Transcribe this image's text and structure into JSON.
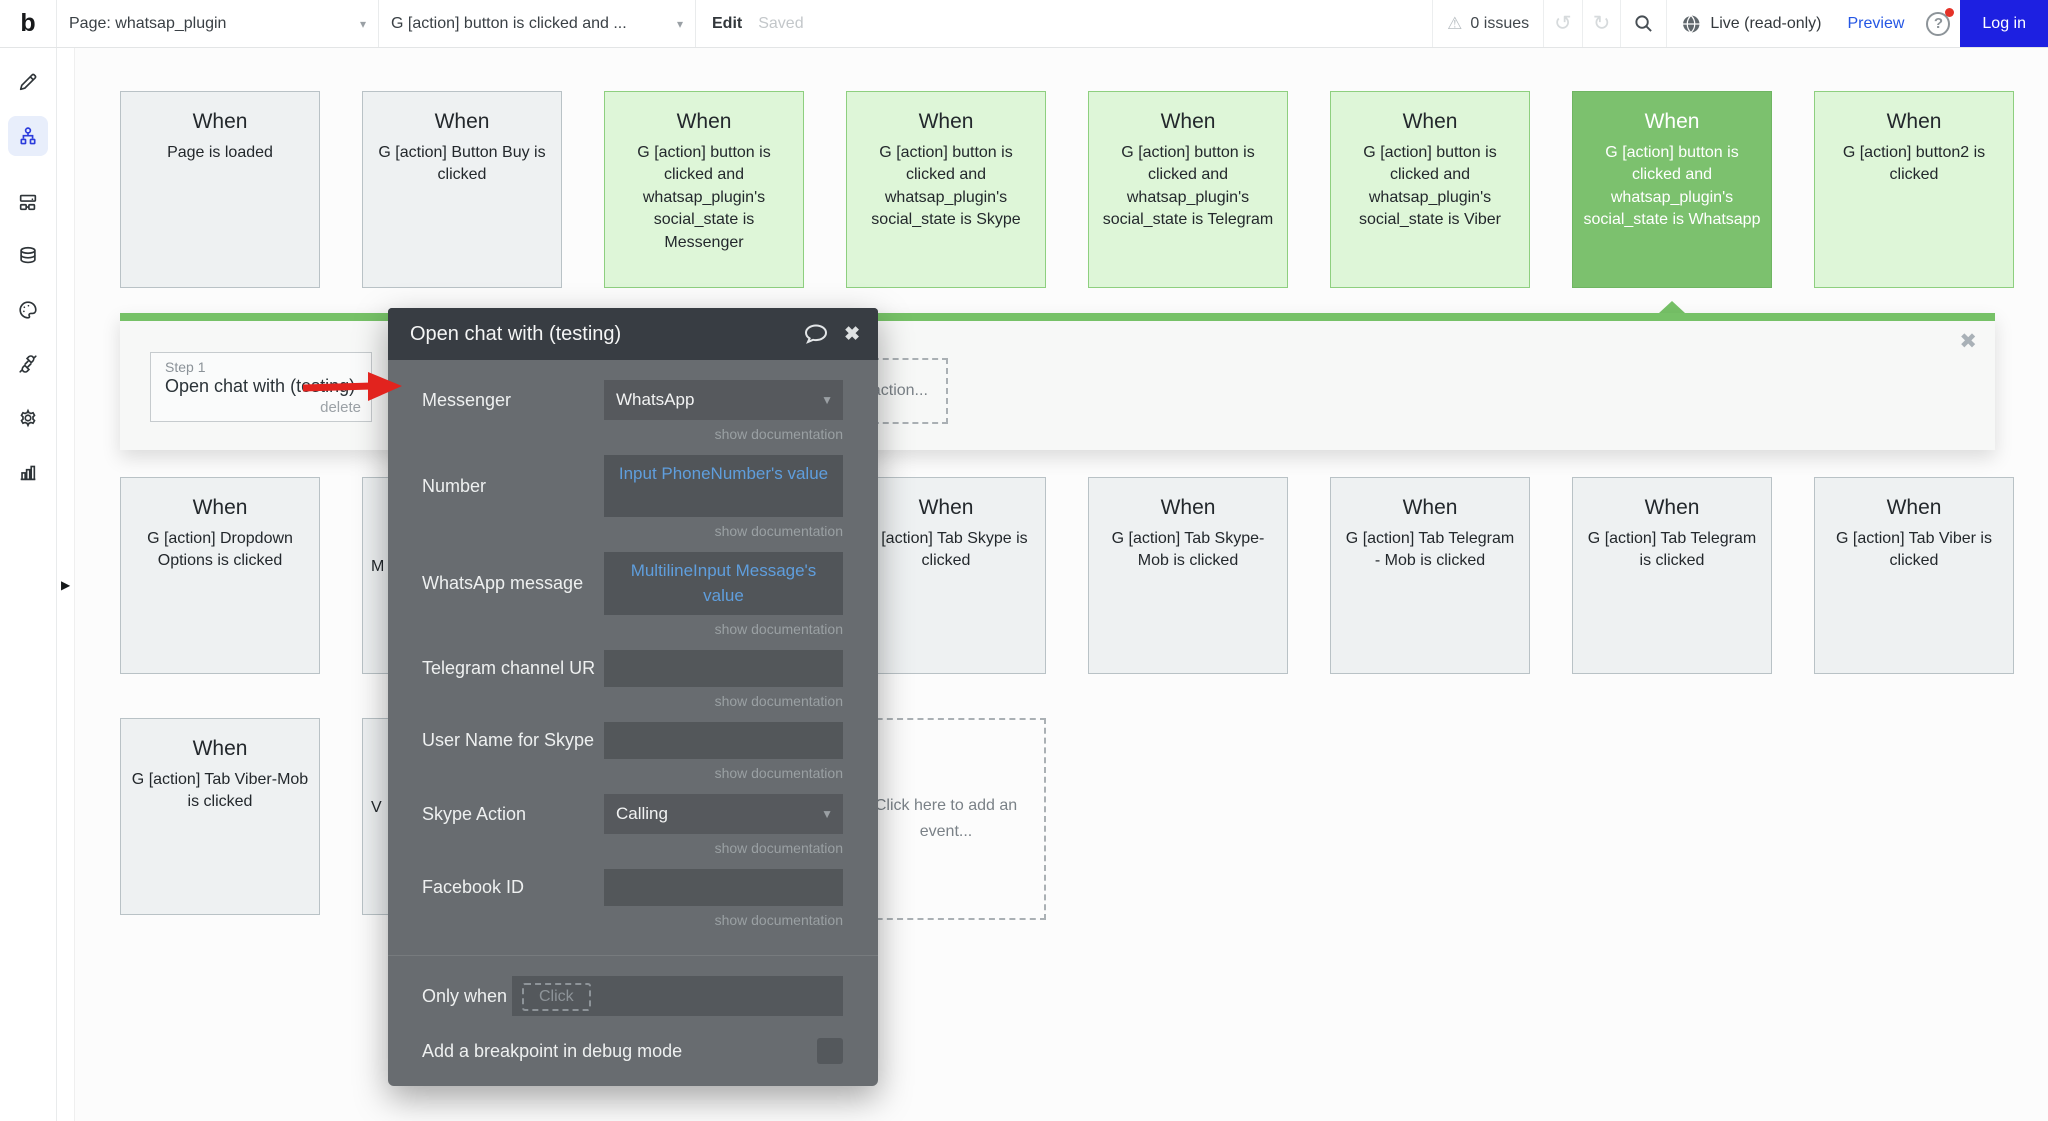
{
  "topbar": {
    "logo": "b",
    "page_label": "Page: whatsap_plugin",
    "workflow_label": "G [action] button is clicked and ...",
    "edit": "Edit",
    "saved": "Saved",
    "issues": "0 issues",
    "live": "Live (read-only)",
    "preview": "Preview",
    "login": "Log in",
    "caret": "▾",
    "warning_icon": "⚠",
    "undo_icon": "↺",
    "redo_icon": "↻",
    "help_glyph": "?"
  },
  "sidebar": {
    "icons": [
      {
        "name": "pencil-icon",
        "selected": false
      },
      {
        "name": "workflow-icon",
        "selected": true
      },
      {
        "name": "components-icon",
        "selected": false
      },
      {
        "name": "database-icon",
        "selected": false
      },
      {
        "name": "styles-palette-icon",
        "selected": false
      },
      {
        "name": "plugins-icon",
        "selected": false
      },
      {
        "name": "settings-gear-icon",
        "selected": false
      },
      {
        "name": "logs-chart-icon",
        "selected": false
      }
    ],
    "expander_icon": "▶"
  },
  "canvas": {
    "when_label": "When",
    "cards": [
      {
        "row": 0,
        "col": 0,
        "variant": "gray",
        "body": "Page is loaded"
      },
      {
        "row": 0,
        "col": 1,
        "variant": "gray",
        "body": "G [action] Button Buy is clicked"
      },
      {
        "row": 0,
        "col": 2,
        "variant": "green",
        "body": "G [action] button is clicked and whatsap_plugin's social_state is Messenger"
      },
      {
        "row": 0,
        "col": 3,
        "variant": "green",
        "body": "G [action] button is clicked and whatsap_plugin's social_state is Skype"
      },
      {
        "row": 0,
        "col": 4,
        "variant": "green",
        "body": "G [action] button is clicked and whatsap_plugin's social_state is Telegram"
      },
      {
        "row": 0,
        "col": 5,
        "variant": "green",
        "body": "G [action] button is clicked and whatsap_plugin's social_state is Viber"
      },
      {
        "row": 0,
        "col": 6,
        "variant": "selected",
        "body": "G [action] button is clicked and whatsap_plugin's social_state is Whatsapp"
      },
      {
        "row": 0,
        "col": 7,
        "variant": "green",
        "body": "G [action] button2 is clicked"
      },
      {
        "row": 1,
        "col": 0,
        "variant": "gray",
        "body": "G [action] Dropdown Options is clicked"
      },
      {
        "row": 1,
        "col": 1,
        "variant": "gray",
        "body": "M",
        "fragment": true
      },
      {
        "row": 1,
        "col": 3,
        "variant": "gray",
        "body": "G [action] Tab Skype is clicked"
      },
      {
        "row": 1,
        "col": 4,
        "variant": "gray",
        "body": "G [action] Tab Skype-Mob is clicked"
      },
      {
        "row": 1,
        "col": 5,
        "variant": "gray",
        "body": "G [action] Tab Telegram - Mob is clicked"
      },
      {
        "row": 1,
        "col": 6,
        "variant": "gray",
        "body": "G [action] Tab Telegram is clicked"
      },
      {
        "row": 1,
        "col": 7,
        "variant": "gray",
        "body": "G [action] Tab Viber is clicked"
      },
      {
        "row": 2,
        "col": 0,
        "variant": "gray",
        "body": "G [action] Tab Viber-Mob is clicked"
      },
      {
        "row": 2,
        "col": 1,
        "variant": "gray",
        "body": "V",
        "fragment": true
      }
    ],
    "add_event_text": "Click here to add an event...",
    "step_panel": {
      "step_number": "Step 1",
      "step_title": "Open chat with (testing)",
      "delete_label": "delete",
      "add_action_text": "Click here to add an action...",
      "close_icon": "✖"
    }
  },
  "popup": {
    "title": "Open chat with (testing)",
    "close_icon": "✖",
    "doc_link": "show documentation",
    "dropdown_caret": "▼",
    "fields": [
      {
        "label": "Messenger",
        "type": "dropdown",
        "value": "WhatsApp"
      },
      {
        "label": "Number",
        "type": "expression",
        "value": "Input PhoneNumber's value"
      },
      {
        "label": "WhatsApp message",
        "type": "expression",
        "value": "MultilineInput Message's value"
      },
      {
        "label": "Telegram channel UR",
        "type": "input",
        "value": ""
      },
      {
        "label": "User Name for Skype",
        "type": "input",
        "value": ""
      },
      {
        "label": "Skype Action",
        "type": "dropdown",
        "value": "Calling"
      },
      {
        "label": "Facebook ID",
        "type": "input",
        "value": ""
      }
    ],
    "only_when_label": "Only when",
    "only_when_placeholder": "Click",
    "breakpoint_label": "Add a breakpoint in debug mode"
  },
  "colors": {
    "accent_green": "#76c167",
    "light_green": "#def6d8",
    "selected_green": "#7cc16e",
    "brand_blue": "#1d20e1",
    "link_blue": "#2456e4",
    "expression_blue": "#5f9edd",
    "arrow_red": "#e2231e",
    "popup_body": "#686c70",
    "popup_header": "#383d43"
  }
}
